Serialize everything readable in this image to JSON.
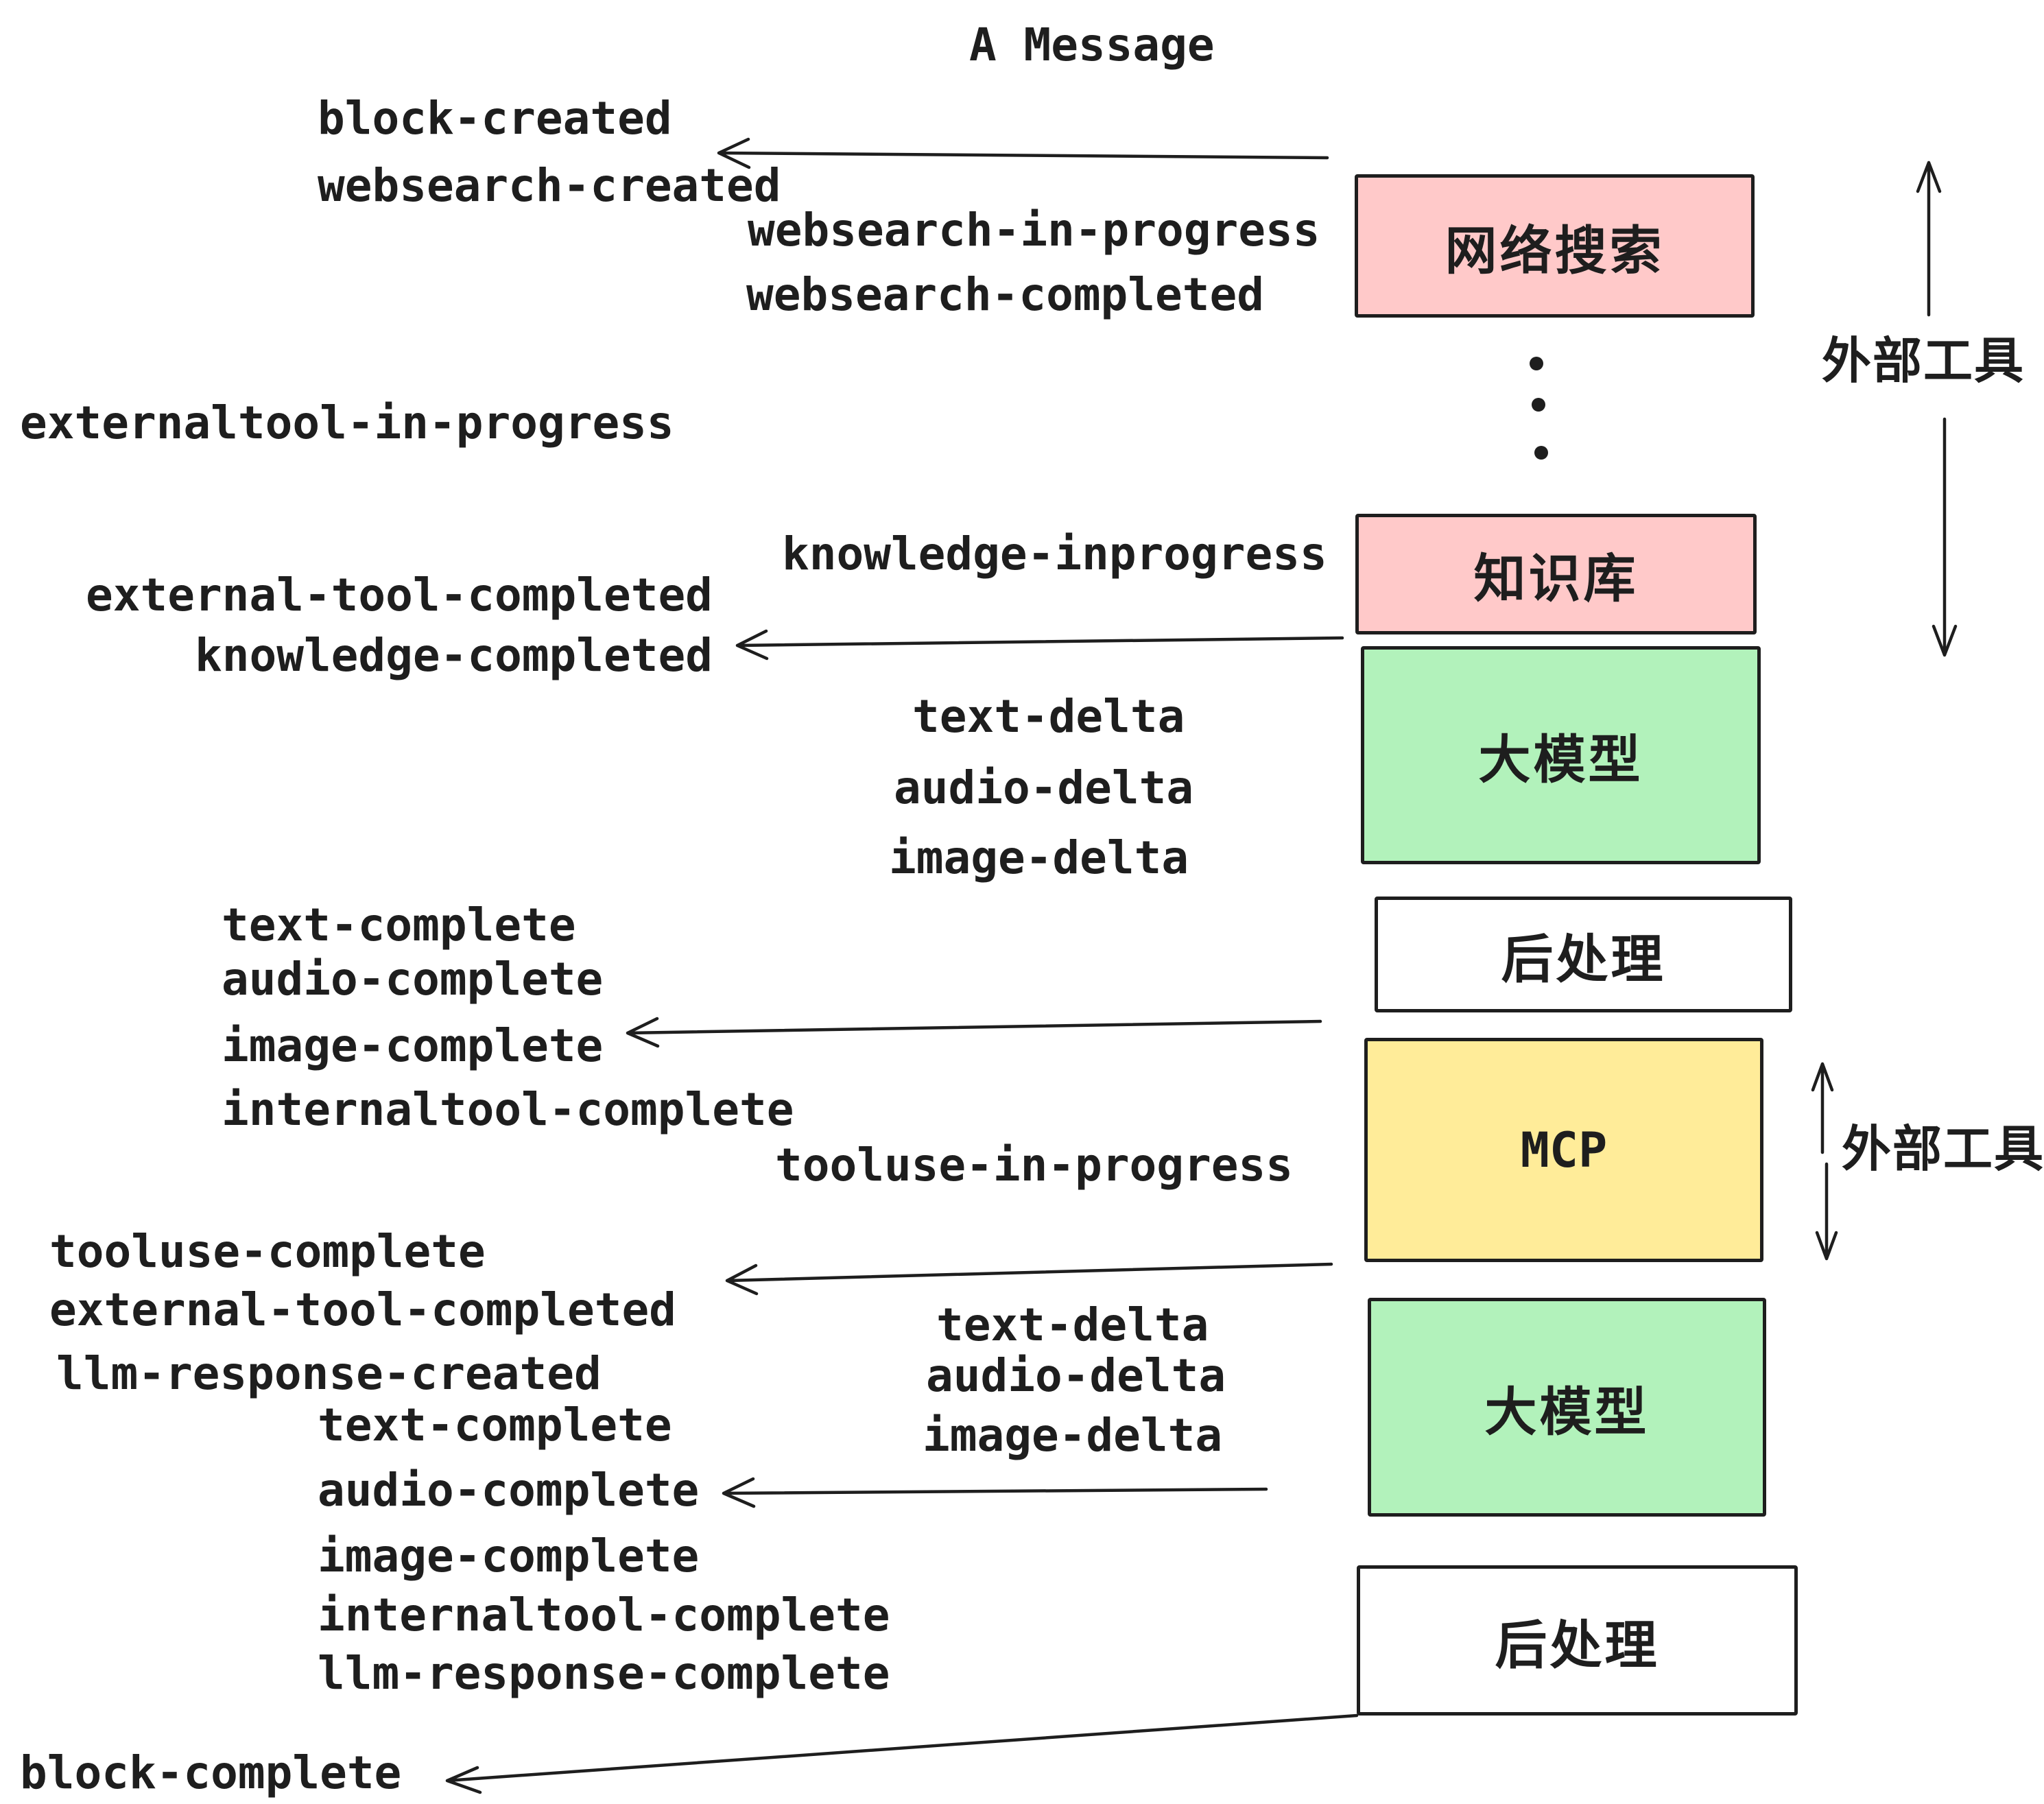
{
  "title": "A Message",
  "colors": {
    "background": "#ffffff",
    "stroke": "#1e1e1e",
    "box_pink": "#ffc9c9",
    "box_green": "#b2f2bb",
    "box_yellow": "#ffec99",
    "box_white": "#ffffff"
  },
  "boxes": [
    {
      "label": "网络搜索",
      "fill": "pink"
    },
    {
      "label": "知识库",
      "fill": "pink"
    },
    {
      "label": "大模型",
      "fill": "green"
    },
    {
      "label": "后处理",
      "fill": "white"
    },
    {
      "label": "MCP",
      "fill": "yellow"
    },
    {
      "label": "大模型",
      "fill": "green"
    },
    {
      "label": "后处理",
      "fill": "white"
    }
  ],
  "side_labels": [
    {
      "text": "外部工具"
    },
    {
      "text": "外部工具"
    }
  ],
  "events": [
    {
      "text": "block-created"
    },
    {
      "text": "websearch-created"
    },
    {
      "text": "websearch-in-progress"
    },
    {
      "text": "websearch-completed"
    },
    {
      "text": "externaltool-in-progress"
    },
    {
      "text": "knowledge-inprogress"
    },
    {
      "text": "external-tool-completed"
    },
    {
      "text": "knowledge-completed"
    },
    {
      "text": "text-delta"
    },
    {
      "text": "audio-delta"
    },
    {
      "text": "image-delta"
    },
    {
      "text": "text-complete"
    },
    {
      "text": "audio-complete"
    },
    {
      "text": "image-complete"
    },
    {
      "text": "internaltool-complete"
    },
    {
      "text": "tooluse-in-progress"
    },
    {
      "text": "tooluse-complete"
    },
    {
      "text": "external-tool-completed"
    },
    {
      "text": "llm-response-created"
    },
    {
      "text": "text-complete"
    },
    {
      "text": "audio-complete"
    },
    {
      "text": "image-complete"
    },
    {
      "text": "internaltool-complete"
    },
    {
      "text": "llm-response-complete"
    },
    {
      "text": "block-complete"
    },
    {
      "text": "text-delta"
    },
    {
      "text": "audio-delta"
    },
    {
      "text": "image-delta"
    }
  ]
}
